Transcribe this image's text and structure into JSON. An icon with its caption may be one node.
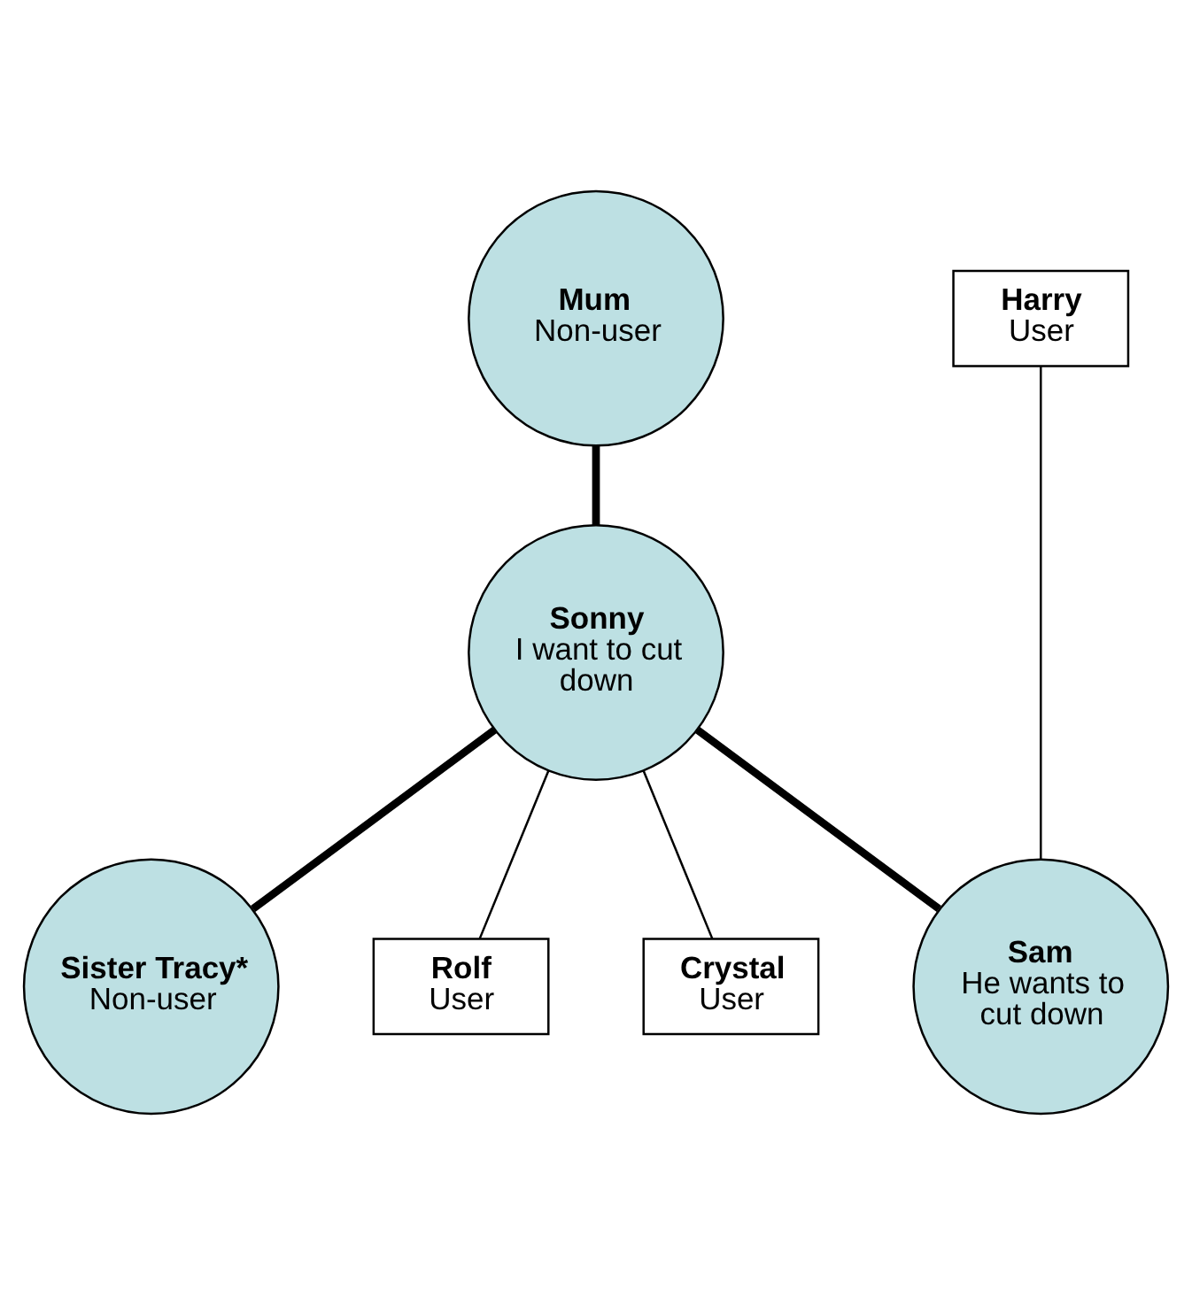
{
  "diagram": {
    "nodes": [
      {
        "text": [
          "Harry",
          "User"
        ]
      },
      {
        "text": [
          "Mum",
          "Non-user"
        ]
      },
      {
        "text": [
          "Sonny",
          "I want to cut down"
        ]
      },
      {
        "text": [
          "Sister Tracy*",
          "Non-user"
        ]
      },
      {
        "text": [
          "Sam",
          "He wants to cut down"
        ]
      },
      {
        "text": [
          "Rolf",
          "User"
        ]
      },
      {
        "text": [
          "Crystal",
          "User"
        ]
      }
    ],
    "edges": [
      {
        "from": 1,
        "to": 2,
        "arrow": "none",
        "style": "thick"
      },
      {
        "from": 2,
        "to": 3,
        "arrow": "none",
        "style": "thick"
      },
      {
        "from": 2,
        "to": 4,
        "arrow": "none",
        "style": "thick"
      },
      {
        "from": 4,
        "to": 0,
        "arrow": "none"
      },
      {
        "from": 2,
        "to": 5,
        "arrow": "none"
      },
      {
        "from": 2,
        "to": 6,
        "arrow": "none"
      }
    ]
  }
}
